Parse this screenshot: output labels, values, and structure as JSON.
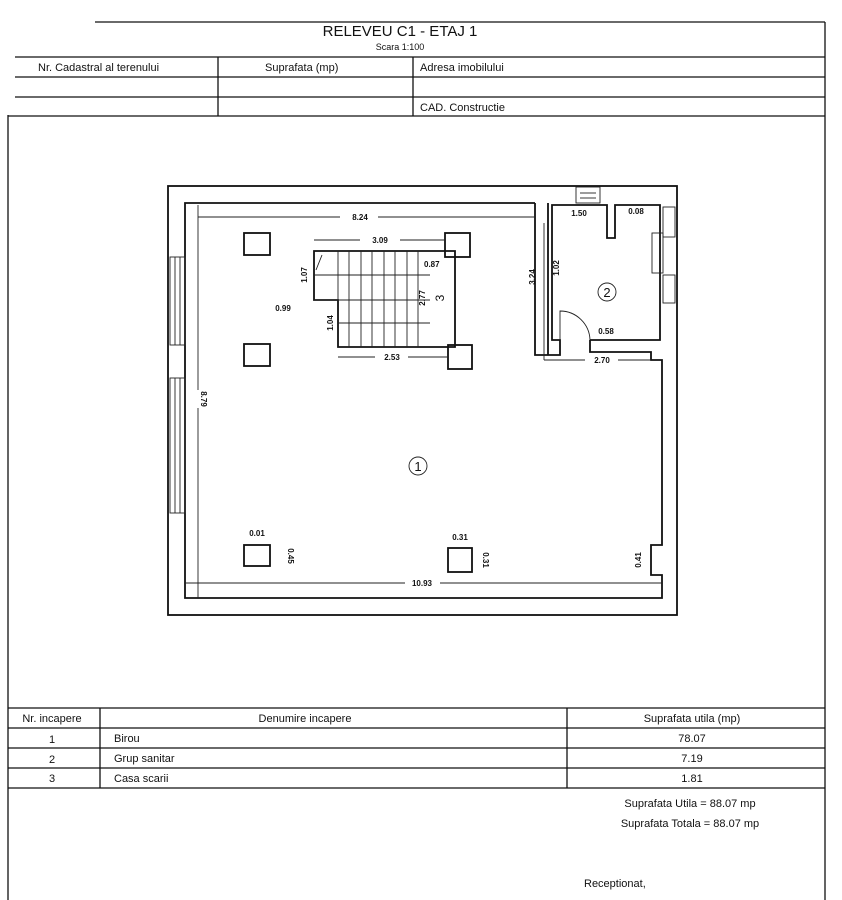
{
  "header": {
    "title": "RELEVEU C1 - ETAJ 1",
    "scale": "Scara 1:100",
    "col1_label": "Nr. Cadastral al terenului",
    "col2_label": "Suprafata (mp)",
    "col3_label": "Adresa imobilului",
    "col3_row3_label": "CAD. Constructie"
  },
  "plan": {
    "room_labels": [
      "1",
      "2",
      "3"
    ],
    "dimensions": {
      "top_width": "8.24",
      "stair_top": "3.09",
      "stair_left": "1.07",
      "stair_right_small": "0.87",
      "stair_step_offset": "0.99",
      "stair_lower_left": "1.04",
      "stair_height": "2.77",
      "stair_bottom": "2.53",
      "bath_outer_height": "3.24",
      "bath_inner_height": "1.02",
      "bath_top_left": "1.50",
      "bath_top_right": "0.08",
      "bath_door": "0.58",
      "bath_bottom": "2.70",
      "left_height": "8.79",
      "pillar1_width": "0.01",
      "pillar1_height": "0.45",
      "pillar2_width": "0.31",
      "pillar2_height": "0.31",
      "right_notch": "0.41",
      "bottom_width": "10.93"
    }
  },
  "rooms_table": {
    "headers": [
      "Nr. incapere",
      "Denumire incapere",
      "Suprafata utila (mp)"
    ],
    "rows": [
      {
        "nr": "1",
        "name": "Birou",
        "area": "78.07"
      },
      {
        "nr": "2",
        "name": "Grup sanitar",
        "area": "7.19"
      },
      {
        "nr": "3",
        "name": "Casa scarii",
        "area": "1.81"
      }
    ]
  },
  "totals": {
    "useful": "Suprafata Utila = 88.07 mp",
    "total": "Suprafata Totala = 88.07 mp"
  },
  "footer": {
    "received": "Receptionat,"
  }
}
